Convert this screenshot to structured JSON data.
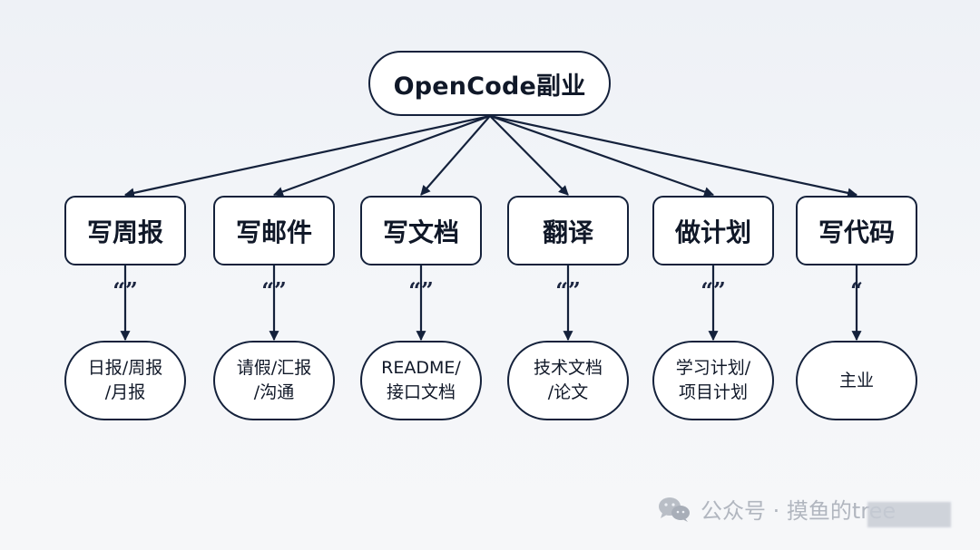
{
  "diagram": {
    "root": "OpenCode副业",
    "categories": [
      {
        "label": "写周报",
        "quote": "“”",
        "leaf_lines": [
          "日报/周报",
          "/月报"
        ]
      },
      {
        "label": "写邮件",
        "quote": "“”",
        "leaf_lines": [
          "请假/汇报",
          "/沟通"
        ]
      },
      {
        "label": "写文档",
        "quote": "“”",
        "leaf_lines": [
          "README/",
          "接口文档"
        ]
      },
      {
        "label": "翻译",
        "quote": "“”",
        "leaf_lines": [
          "技术文档",
          "/论文"
        ]
      },
      {
        "label": "做计划",
        "quote": "“”",
        "leaf_lines": [
          "学习计划/",
          "项目计划"
        ]
      },
      {
        "label": "写代码",
        "quote": "“",
        "leaf_lines": [
          "主业"
        ]
      }
    ]
  },
  "colors": {
    "ink": "#14213b",
    "background": "#eef1f6",
    "box_fill": "#ffffff",
    "watermark": "#b1b6bf"
  },
  "watermark": {
    "icon": "wechat-icon",
    "text": "公众号 · 摸鱼的tree"
  }
}
